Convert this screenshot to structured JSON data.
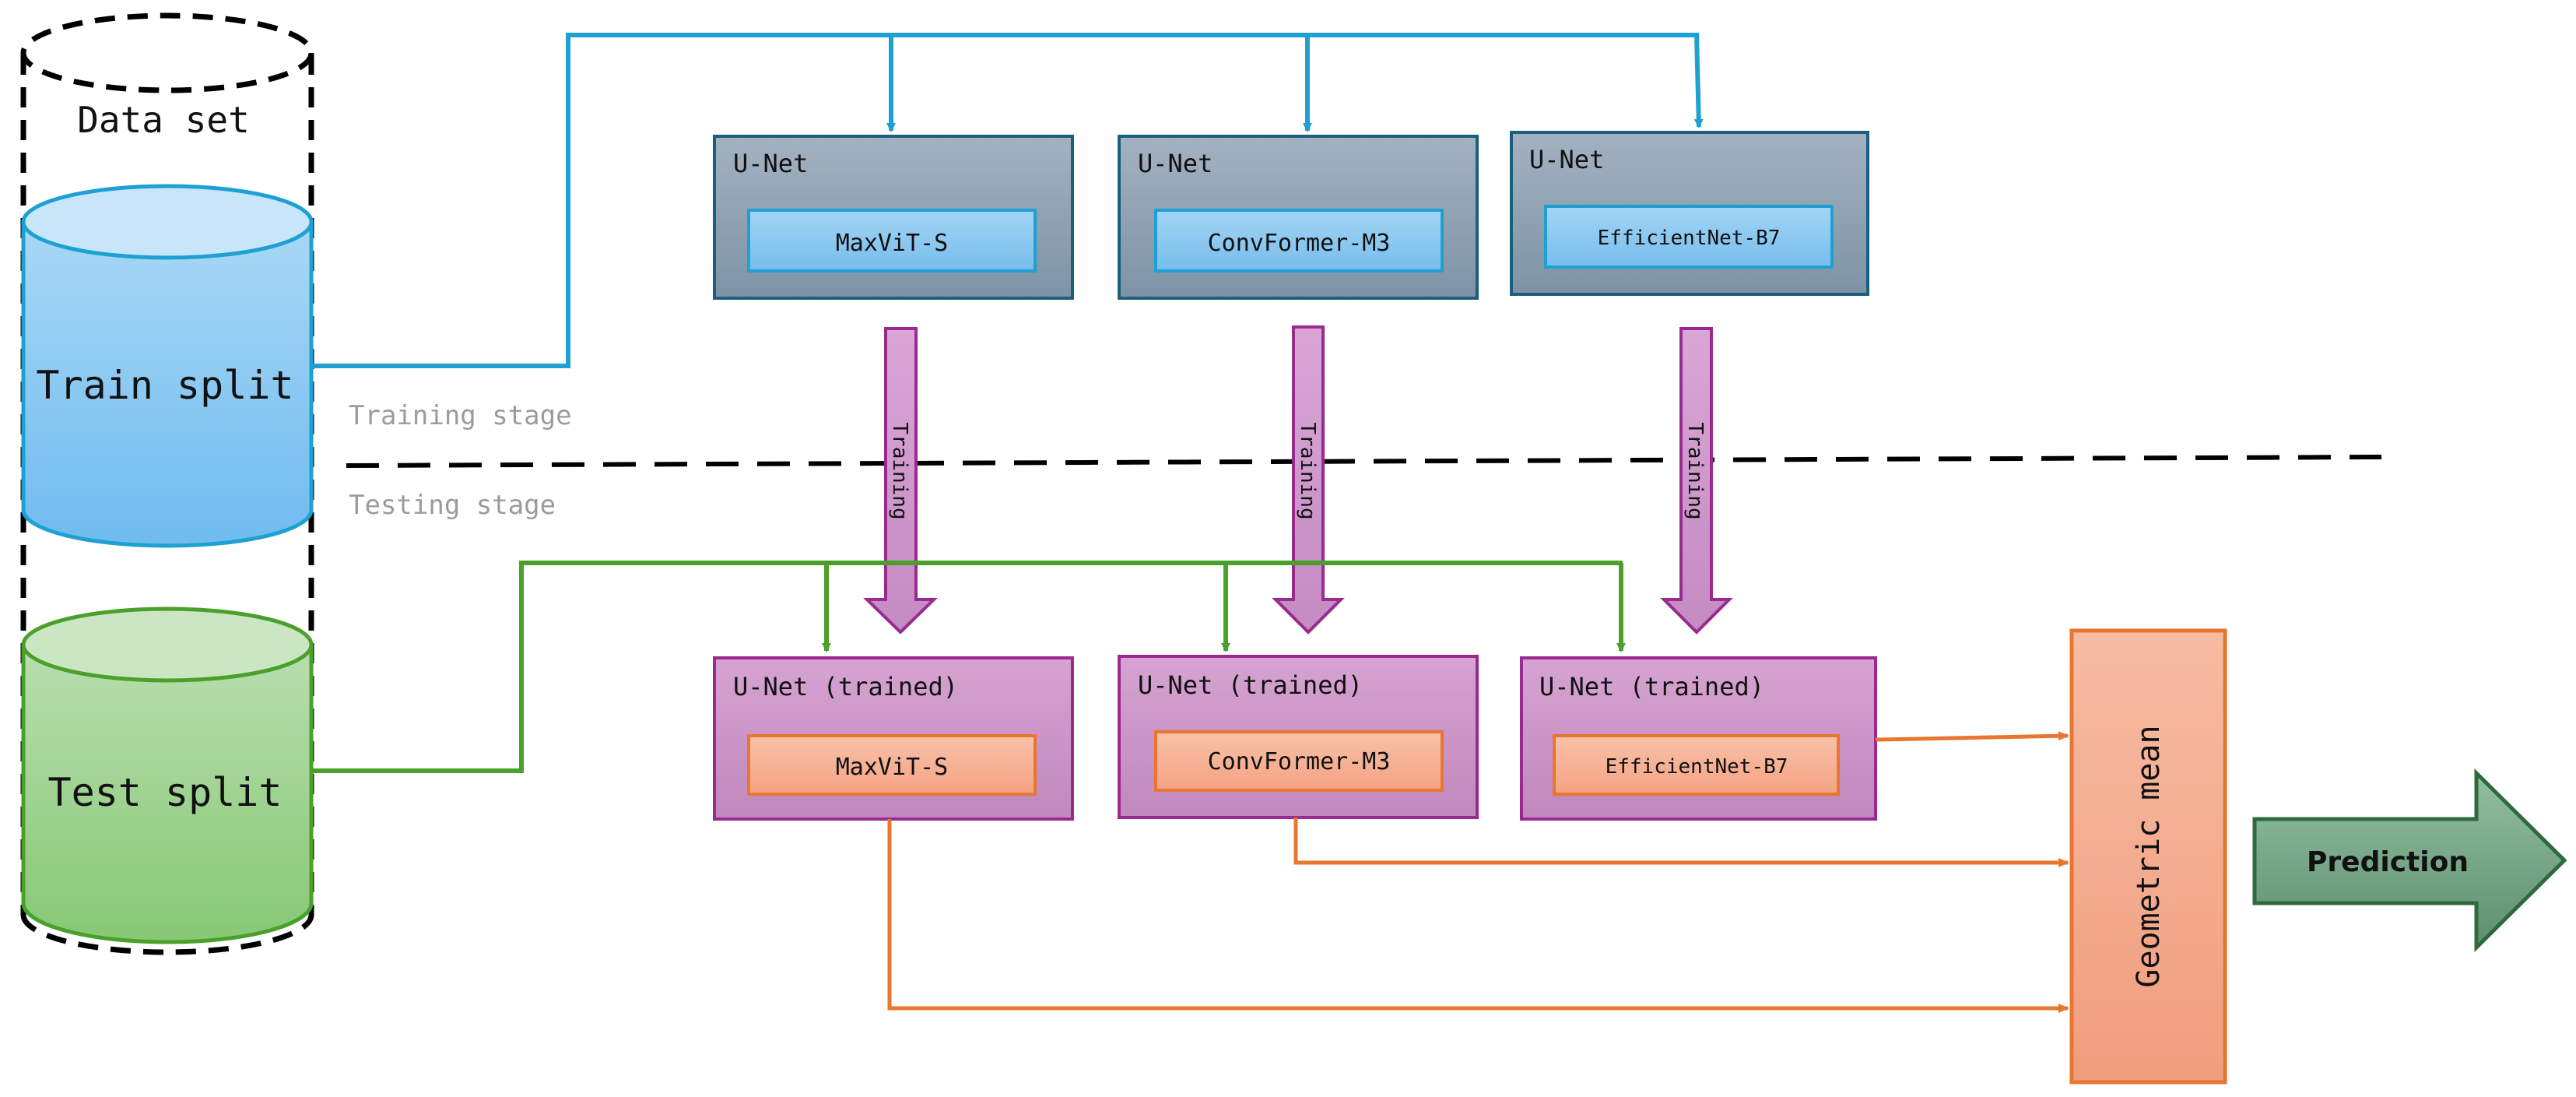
{
  "dataset": {
    "title": "Data set",
    "train_label": "Train split",
    "test_label": "Test split"
  },
  "stages": {
    "training": "Training stage",
    "testing": "Testing stage"
  },
  "unet_label": "U-Net",
  "unet_trained_label": "U-Net (trained)",
  "training_arrow_label": "Training",
  "encoders": [
    "MaxViT-S",
    "ConvFormer-M3",
    "EfficientNet-B7"
  ],
  "aggregator": "Geometric mean",
  "output": "Prediction",
  "colors": {
    "train_line": "#1ea0d2",
    "test_line": "#4aa02a",
    "ensemble_line": "#e8762f",
    "unet_box": "#8ea2b2",
    "trained_box": "#c98cc4",
    "encoder_blue": "#8cc8f0",
    "encoder_orange": "#f7b091",
    "prediction": "#5b8d6c"
  }
}
